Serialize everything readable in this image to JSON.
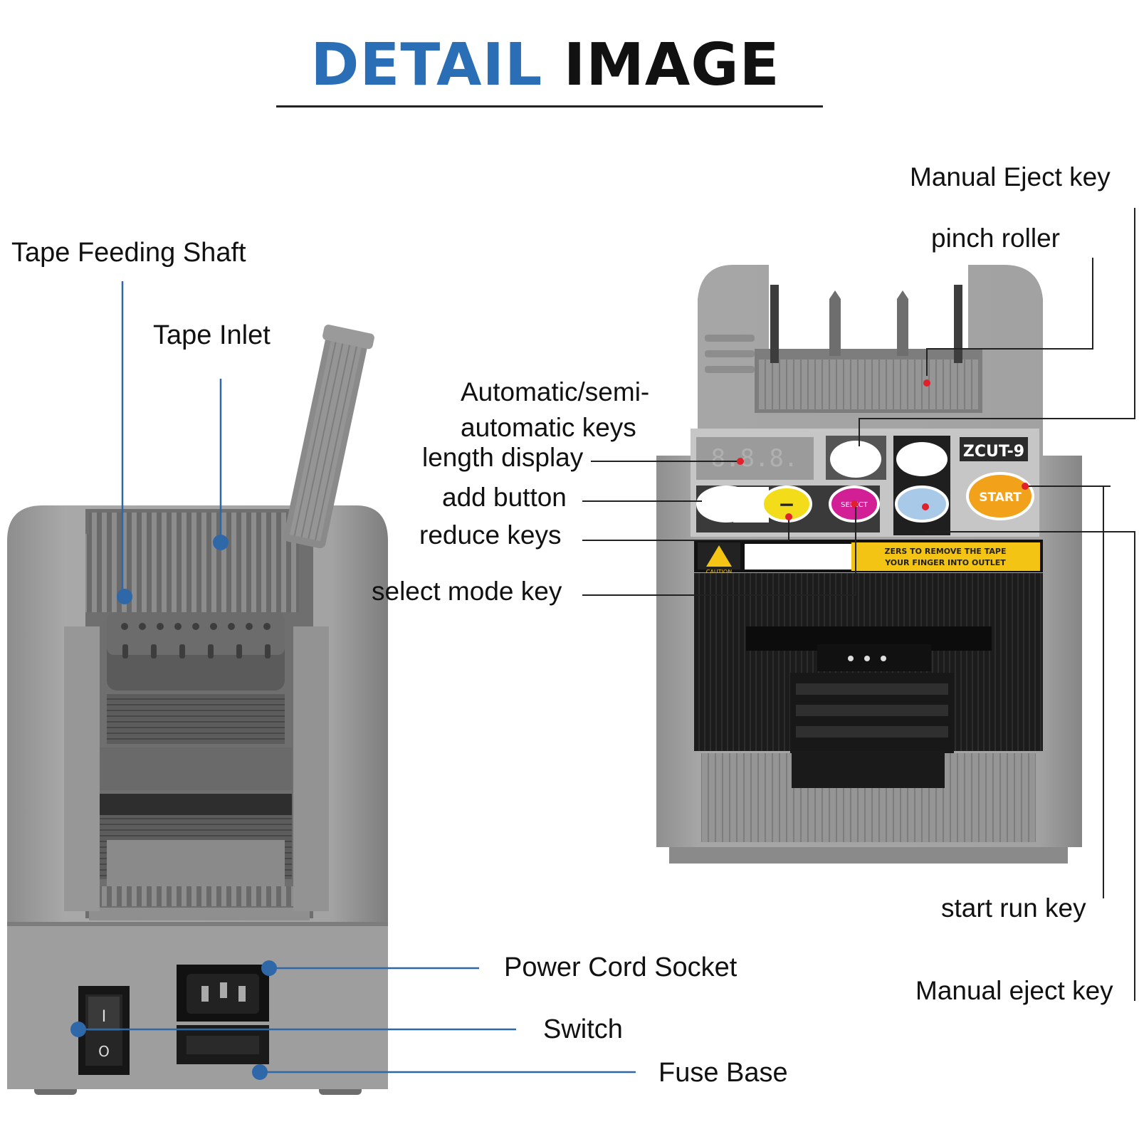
{
  "title": {
    "part1": "DETAIL",
    "part2": "IMAGE"
  },
  "colors": {
    "title_blue": "#2a6fb6",
    "leader_blue": "#2f68a8",
    "marker_red": "#e0202a"
  },
  "left_labels": {
    "tape_feeding_shaft": "Tape Feeding Shaft",
    "tape_inlet": "Tape Inlet",
    "power_cord_socket": "Power Cord Socket",
    "switch": "Switch",
    "fuse_base": "Fuse Base"
  },
  "right_labels": {
    "manual_eject_key_top": "Manual Eject key",
    "pinch_roller": "pinch roller",
    "auto_semi_line1": "Automatic/semi-",
    "auto_semi_line2": "automatic keys",
    "length_display": "length display",
    "add_button": "add button",
    "reduce_keys": "reduce keys",
    "select_mode_key": "select mode key",
    "start_run_key": "start run key",
    "manual_eject_key_bottom": "Manual eject key"
  },
  "machine": {
    "model": "ZCUT-9",
    "start_label": "START",
    "minus_label": "−",
    "select_label": "SELECT",
    "caution_label": "CAUTION",
    "warning_line1": "ZERS TO REMOVE THE TAPE",
    "warning_line2": "YOUR FINGER INTO OUTLET",
    "switch_on_symbol": "I",
    "switch_off_symbol": "O"
  }
}
